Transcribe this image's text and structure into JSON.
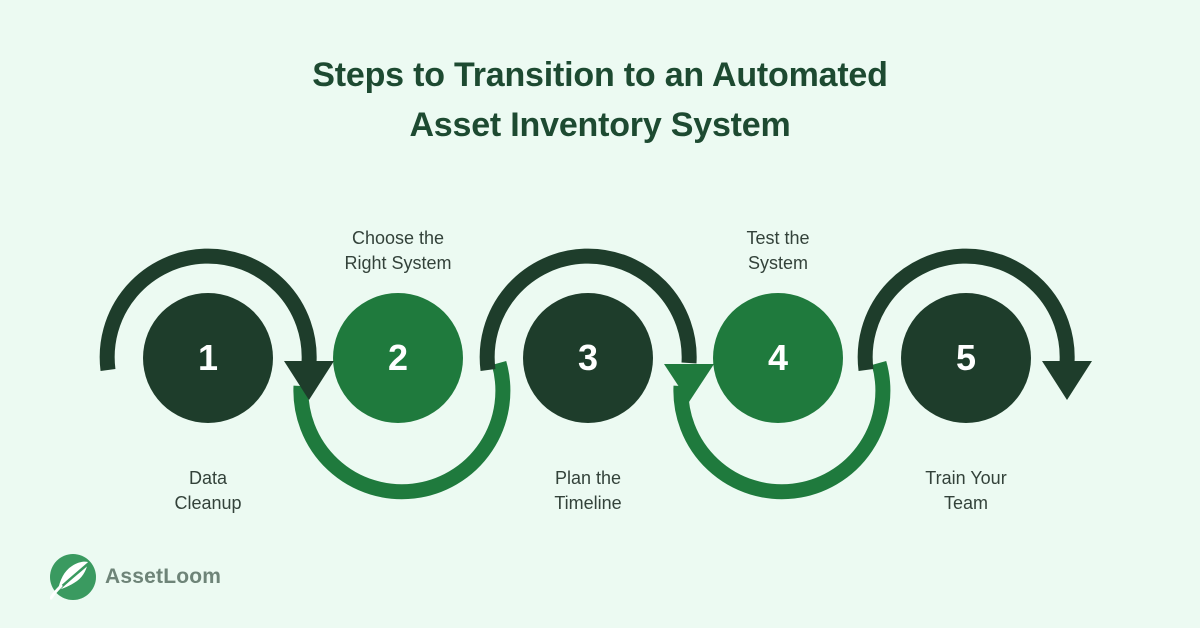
{
  "title": {
    "line1": "Steps to Transition to an Automated",
    "line2": "Asset Inventory System"
  },
  "steps": [
    {
      "number": "1",
      "label": "Data\nCleanup",
      "label_position": "bottom",
      "variant": "dark"
    },
    {
      "number": "2",
      "label": "Choose the\nRight System",
      "label_position": "top",
      "variant": "green"
    },
    {
      "number": "3",
      "label": "Plan the\nTimeline",
      "label_position": "bottom",
      "variant": "dark"
    },
    {
      "number": "4",
      "label": "Test the\nSystem",
      "label_position": "top",
      "variant": "green"
    },
    {
      "number": "5",
      "label": "Train Your\nTeam",
      "label_position": "bottom",
      "variant": "dark"
    }
  ],
  "brand": {
    "name": "AssetLoom",
    "logo_icon": "leaf-icon"
  },
  "colors": {
    "background": "#ecfaf2",
    "dark_green": "#1e3d2b",
    "medium_green": "#1f7a3d",
    "title_text": "#1d4a31",
    "label_text": "#33423a",
    "number_text": "#ffffff",
    "brand_text": "#6e8478",
    "brand_icon_green": "#3a9a60"
  }
}
